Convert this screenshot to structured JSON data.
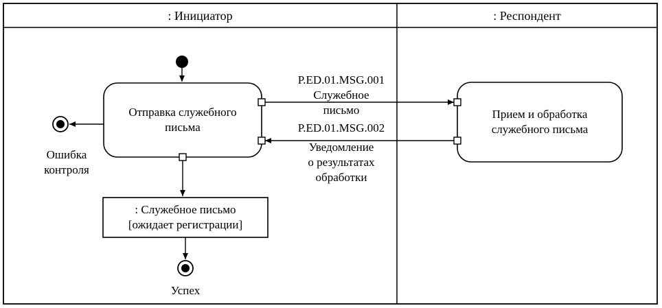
{
  "lanes": {
    "initiator": ": Инициатор",
    "respondent": ": Респондент"
  },
  "activities": {
    "send": "Отправка служебного\nписьма",
    "receive": "Прием и обработка\nслужебного письма"
  },
  "object_node": ": Служебное письмо\n[ожидает регистрации]",
  "finals": {
    "error": "Ошибка\nконтроля",
    "success": "Успех"
  },
  "messages": {
    "msg1": {
      "code": "P.ED.01.MSG.001",
      "body": "Служебное\nписьмо"
    },
    "msg2": {
      "code": "P.ED.01.MSG.002",
      "body": "Уведомление\nо результатах\nобработки"
    }
  },
  "colors": {
    "stroke": "#000000",
    "fill": "#ffffff"
  }
}
